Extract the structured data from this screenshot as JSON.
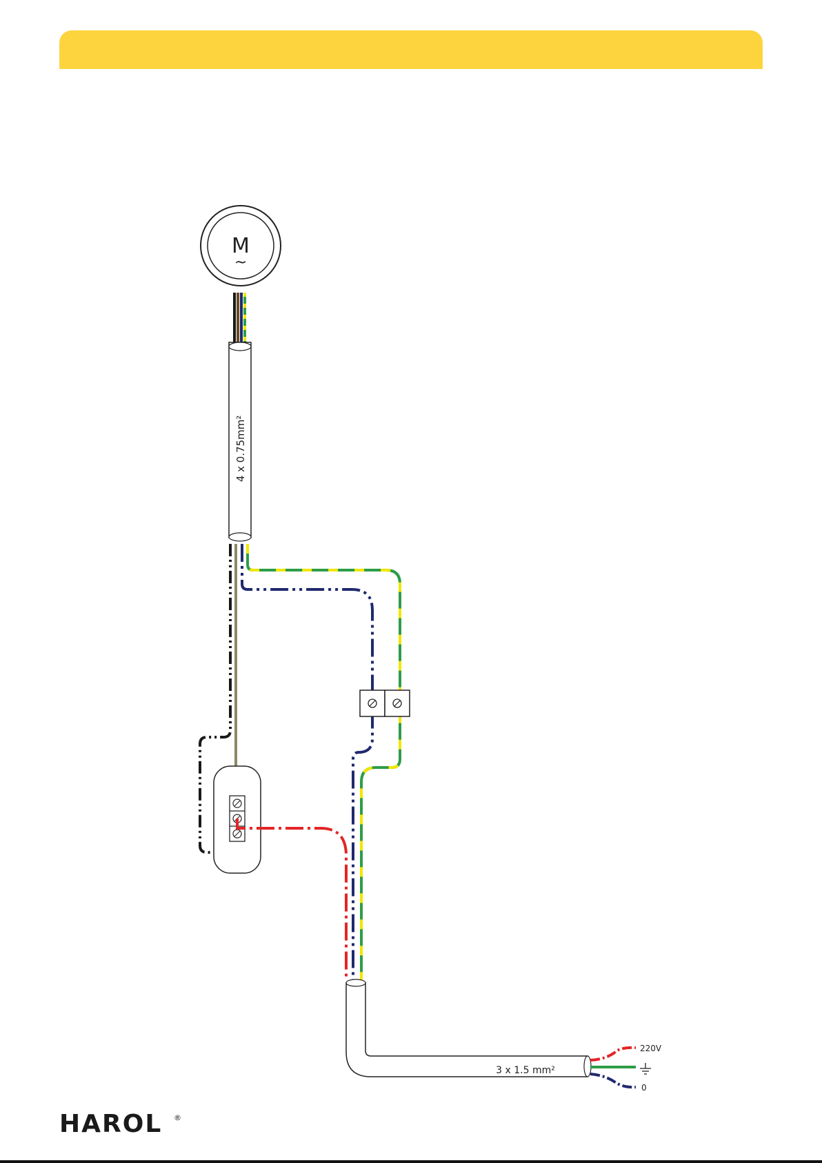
{
  "header": {
    "band_color": "#fdd43e"
  },
  "motor": {
    "symbol": "M",
    "wave": "~"
  },
  "cables": {
    "motor_cable": "4 x 0.75mm²",
    "supply_cable": "3 x 1.5 mm²"
  },
  "supply_terminals": {
    "live": "220V",
    "earth_icon": "earth-ground-icon",
    "neutral": "0"
  },
  "wire_colors": {
    "live": "#e32526",
    "neutral": "#1f2a6e",
    "earth_green": "#2e9d47",
    "earth_yellow": "#f2e600",
    "brown": "#6b4a22",
    "black": "#1a1a1a",
    "grey": "#8a8a66"
  },
  "footer": {
    "brand": "HAROL",
    "registered_mark": "®"
  }
}
